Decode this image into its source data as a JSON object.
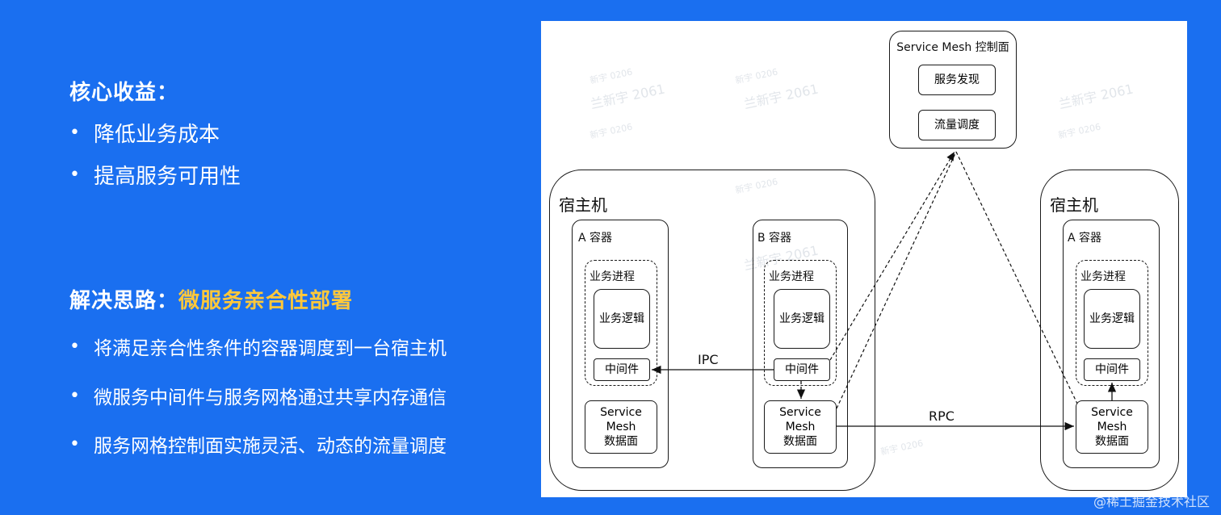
{
  "left": {
    "benefits_title": "核心收益：",
    "benefits": [
      "降低业务成本",
      "提高服务可用性"
    ],
    "approach_prefix": "解决思路：",
    "approach_highlight": "微服务亲合性部署",
    "approach_items": [
      "将满足亲合性条件的容器调度到一台宿主机",
      "微服务中间件与服务网格通过共享内存通信",
      "服务网格控制面实施灵活、动态的流量调度"
    ],
    "bullet_symbol": "•"
  },
  "diagram": {
    "control_plane": {
      "title": "Service Mesh 控制面",
      "service_discovery": "服务发现",
      "traffic_scheduling": "流量调度"
    },
    "host_left": {
      "title": "宿主机",
      "container_a": {
        "title": "A 容器",
        "process": "业务进程",
        "logic": "业务逻辑",
        "middleware": "中间件",
        "mesh_data_plane": [
          "Service",
          "Mesh",
          "数据面"
        ]
      },
      "container_b": {
        "title": "B 容器",
        "process": "业务进程",
        "logic": "业务逻辑",
        "middleware": "中间件",
        "mesh_data_plane": [
          "Service",
          "Mesh",
          "数据面"
        ]
      }
    },
    "host_right": {
      "title": "宿主机",
      "container_a": {
        "title": "A 容器",
        "process": "业务进程",
        "logic": "业务逻辑",
        "middleware": "中间件",
        "mesh_data_plane": [
          "Service",
          "Mesh",
          "数据面"
        ]
      }
    },
    "edges": {
      "ipc": "IPC",
      "rpc": "RPC"
    },
    "watermarks": [
      "兰新宇 2061",
      "兰新宇 2061",
      "兰新宇 2061",
      "兰新宇 2061"
    ],
    "watermark_ids": [
      "新宇 0206",
      "新宇 0206",
      "新宇 0206",
      "新宇 0206",
      "新宇 0206",
      "新宇 0206"
    ]
  },
  "credit": "@稀土掘金技术社区"
}
